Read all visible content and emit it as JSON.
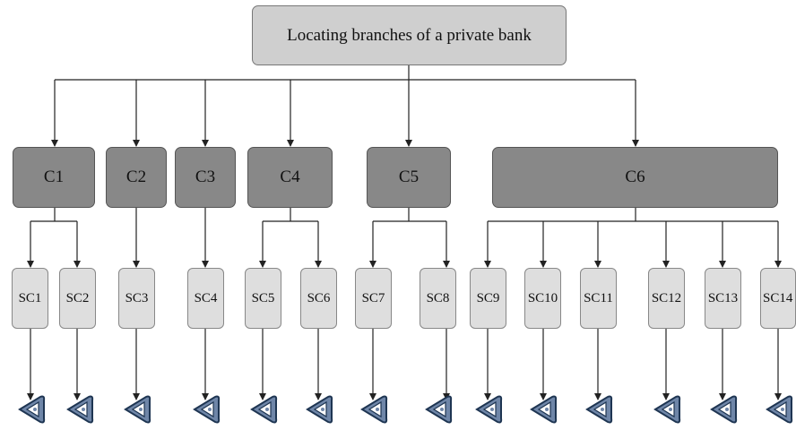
{
  "root": {
    "label": "Locating branches of a private bank"
  },
  "criteria": [
    {
      "label": "C1"
    },
    {
      "label": "C2"
    },
    {
      "label": "C3"
    },
    {
      "label": "C4"
    },
    {
      "label": "C5"
    },
    {
      "label": "C6"
    }
  ],
  "subcriteria": [
    {
      "label": "SC1"
    },
    {
      "label": "SC2"
    },
    {
      "label": "SC3"
    },
    {
      "label": "SC4"
    },
    {
      "label": "SC5"
    },
    {
      "label": "SC6"
    },
    {
      "label": "SC7"
    },
    {
      "label": "SC8"
    },
    {
      "label": "SC9"
    },
    {
      "label": "SC10"
    },
    {
      "label": "SC11"
    },
    {
      "label": "SC12"
    },
    {
      "label": "SC13"
    },
    {
      "label": "SC14"
    }
  ],
  "colors": {
    "root_fill": "#cfcfcf",
    "criteria_fill": "#888888",
    "subcriteria_fill": "#dedede",
    "icon_fill": "#6f86a8",
    "icon_outline": "#1e3552",
    "connector": "#222222"
  },
  "icons": {
    "branch": "bank-branch-location-icon"
  }
}
